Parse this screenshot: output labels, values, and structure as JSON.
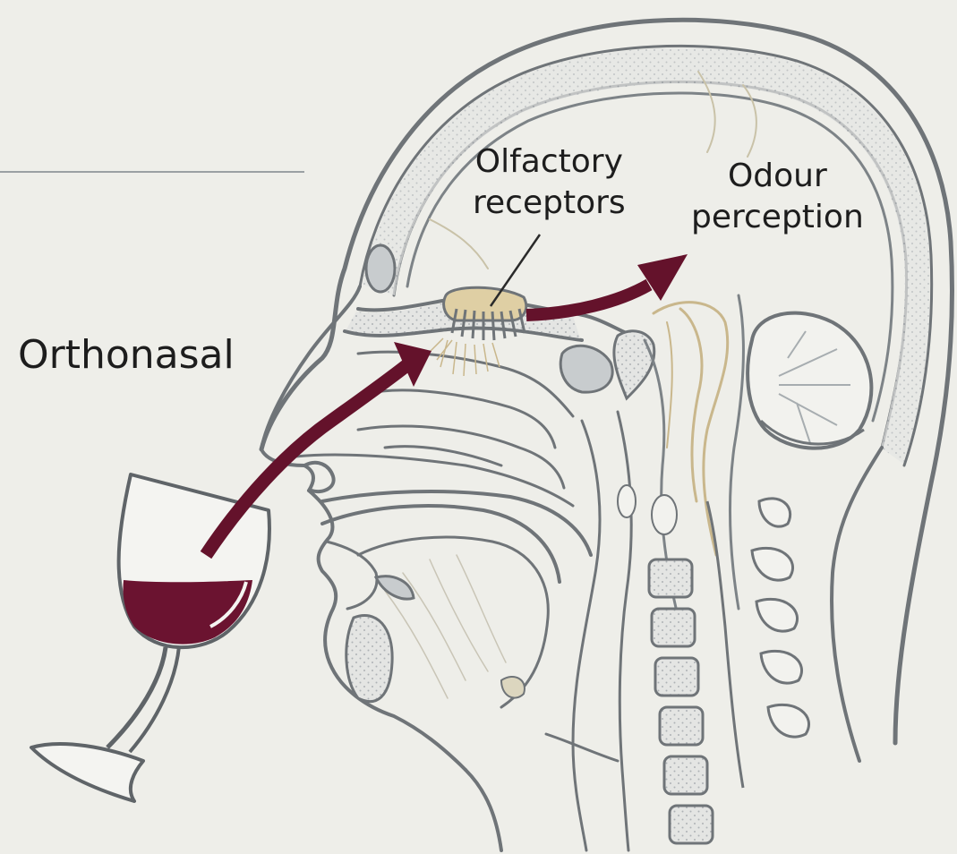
{
  "labels": {
    "orthonasal": "Orthonasal",
    "olfactory_line1": "Olfactory",
    "olfactory_line2": "receptors",
    "odour_line1": "Odour",
    "odour_line2": "perception"
  },
  "colors": {
    "background": "#eeeee9",
    "outline": "#6f7478",
    "wine": "#6b1330",
    "arrow": "#64122b",
    "receptor": "#dfcfa4",
    "nerve": "#c9b78c",
    "stipple": "#b8bcbf"
  }
}
